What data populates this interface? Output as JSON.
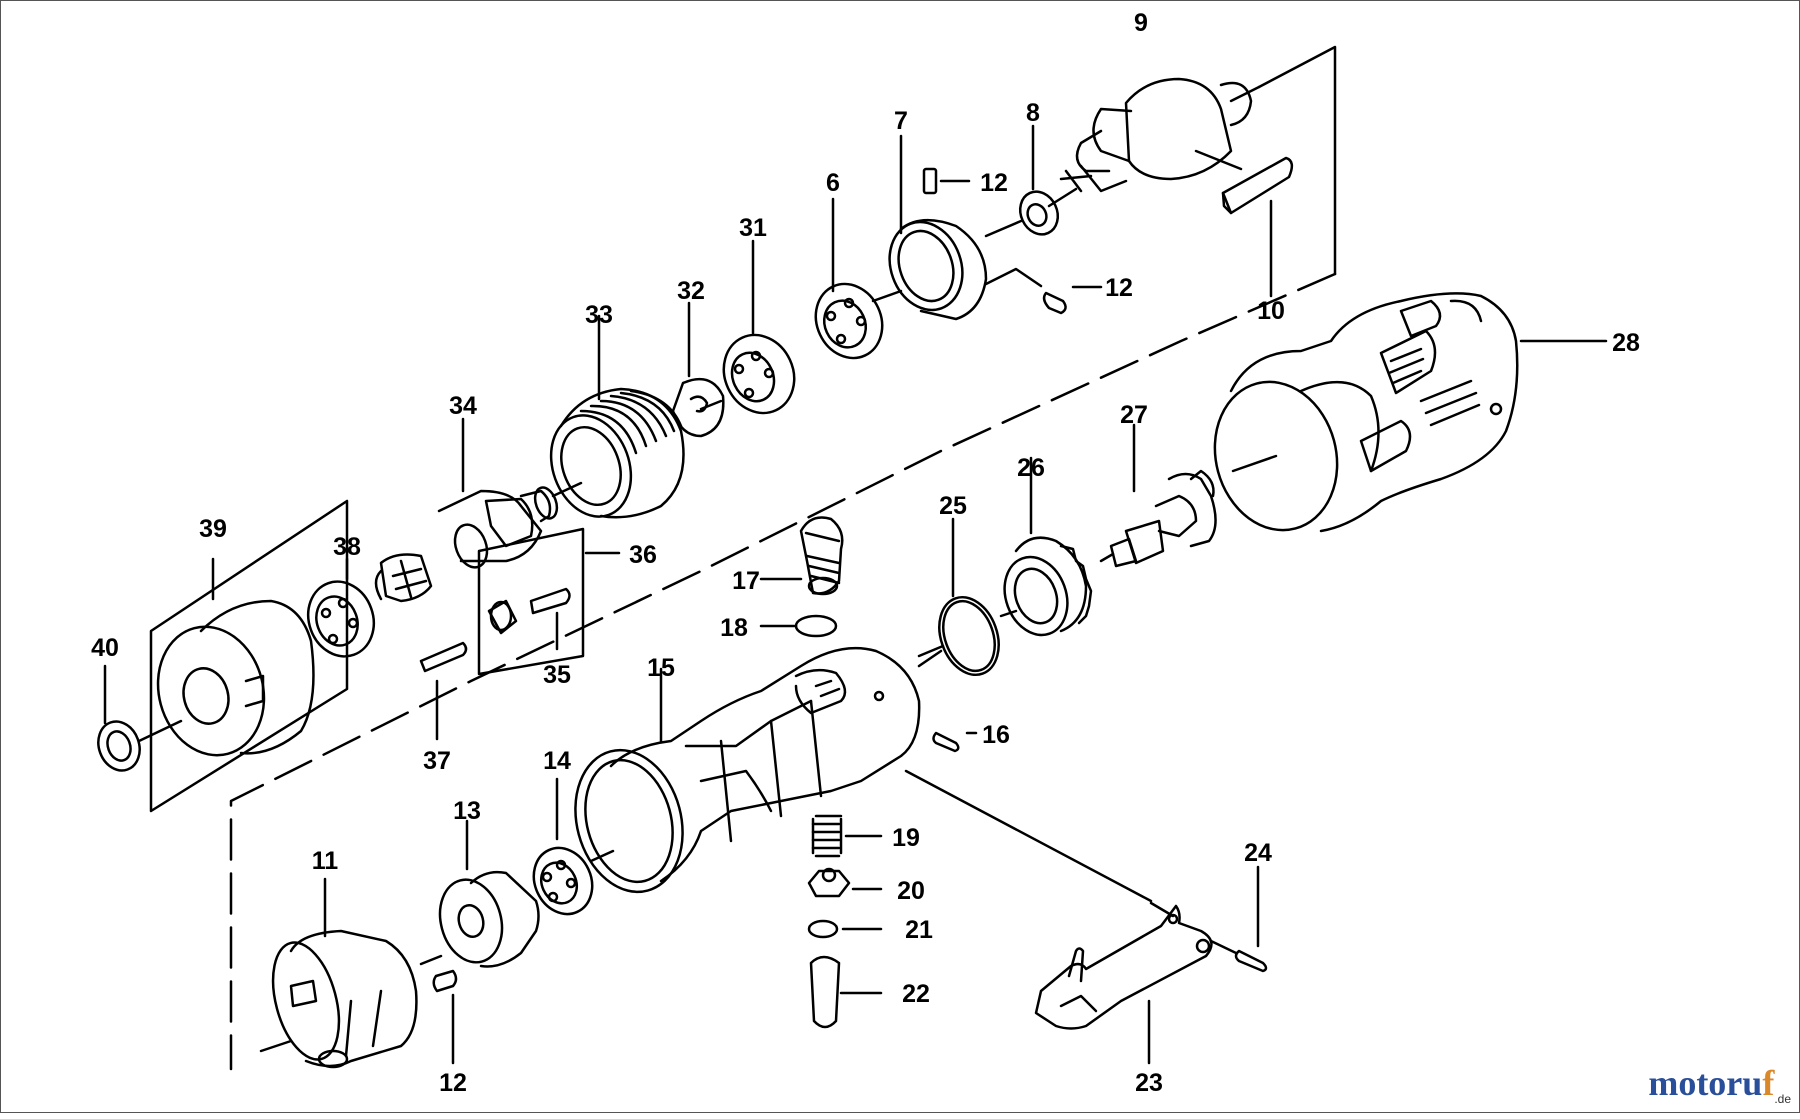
{
  "diagram": {
    "part_labels": [
      "9",
      "7",
      "8",
      "12",
      "6",
      "31",
      "12",
      "10",
      "32",
      "33",
      "28",
      "34",
      "27",
      "26",
      "39",
      "38",
      "36",
      "25",
      "17",
      "40",
      "18",
      "35",
      "15",
      "16",
      "37",
      "14",
      "19",
      "13",
      "11",
      "20",
      "21",
      "24",
      "22",
      "12",
      "23"
    ]
  },
  "watermark": {
    "text_a": "motoru",
    "text_f": "f",
    "suffix": ".de"
  }
}
